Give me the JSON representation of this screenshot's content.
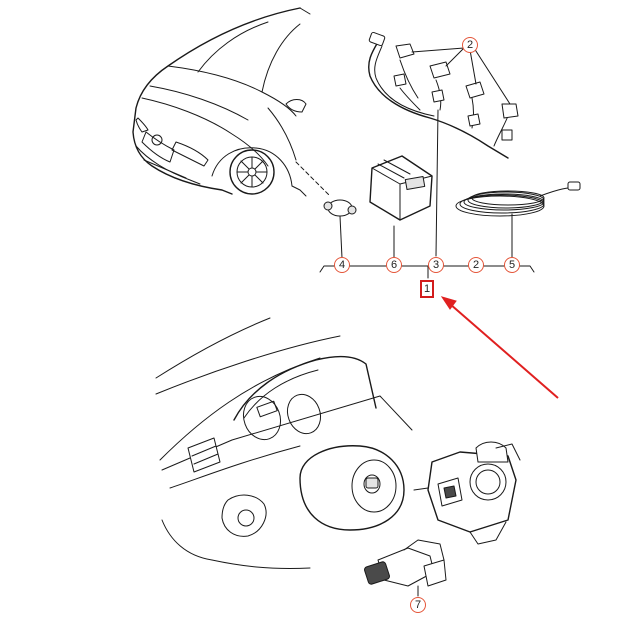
{
  "callouts": [
    {
      "id": "c2-top",
      "label": "2"
    },
    {
      "id": "c4",
      "label": "4"
    },
    {
      "id": "c6",
      "label": "6"
    },
    {
      "id": "c3",
      "label": "3"
    },
    {
      "id": "c2",
      "label": "2"
    },
    {
      "id": "c5",
      "label": "5"
    },
    {
      "id": "c1",
      "label": "1"
    },
    {
      "id": "c7",
      "label": "7"
    }
  ],
  "highlight": {
    "label": "1",
    "color": "#d21c1c"
  },
  "colors": {
    "callout_ring": "#e4563a",
    "arrow": "#e02020",
    "lineart": "#1a1a1a"
  }
}
